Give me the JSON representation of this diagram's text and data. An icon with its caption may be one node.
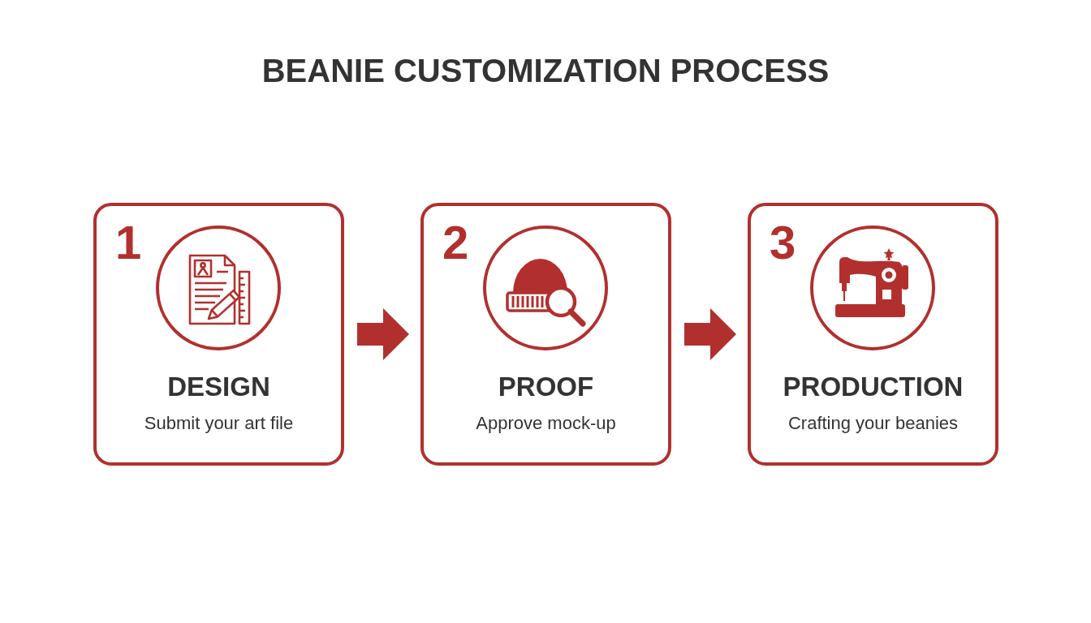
{
  "diagram": {
    "title": "BEANIE CUSTOMIZATION PROCESS",
    "nodes": [
      {
        "text": [
          "1",
          "DESIGN",
          "Submit your art file"
        ]
      },
      {
        "text": [
          "2",
          "PROOF",
          "Approve mock-up"
        ]
      },
      {
        "text": [
          "3",
          "PRODUCTION",
          "Crafting your beanies"
        ]
      }
    ],
    "edges": [
      {
        "from": 0,
        "to": 1,
        "arrow": "to"
      },
      {
        "from": 1,
        "to": 2,
        "arrow": "to"
      }
    ]
  }
}
